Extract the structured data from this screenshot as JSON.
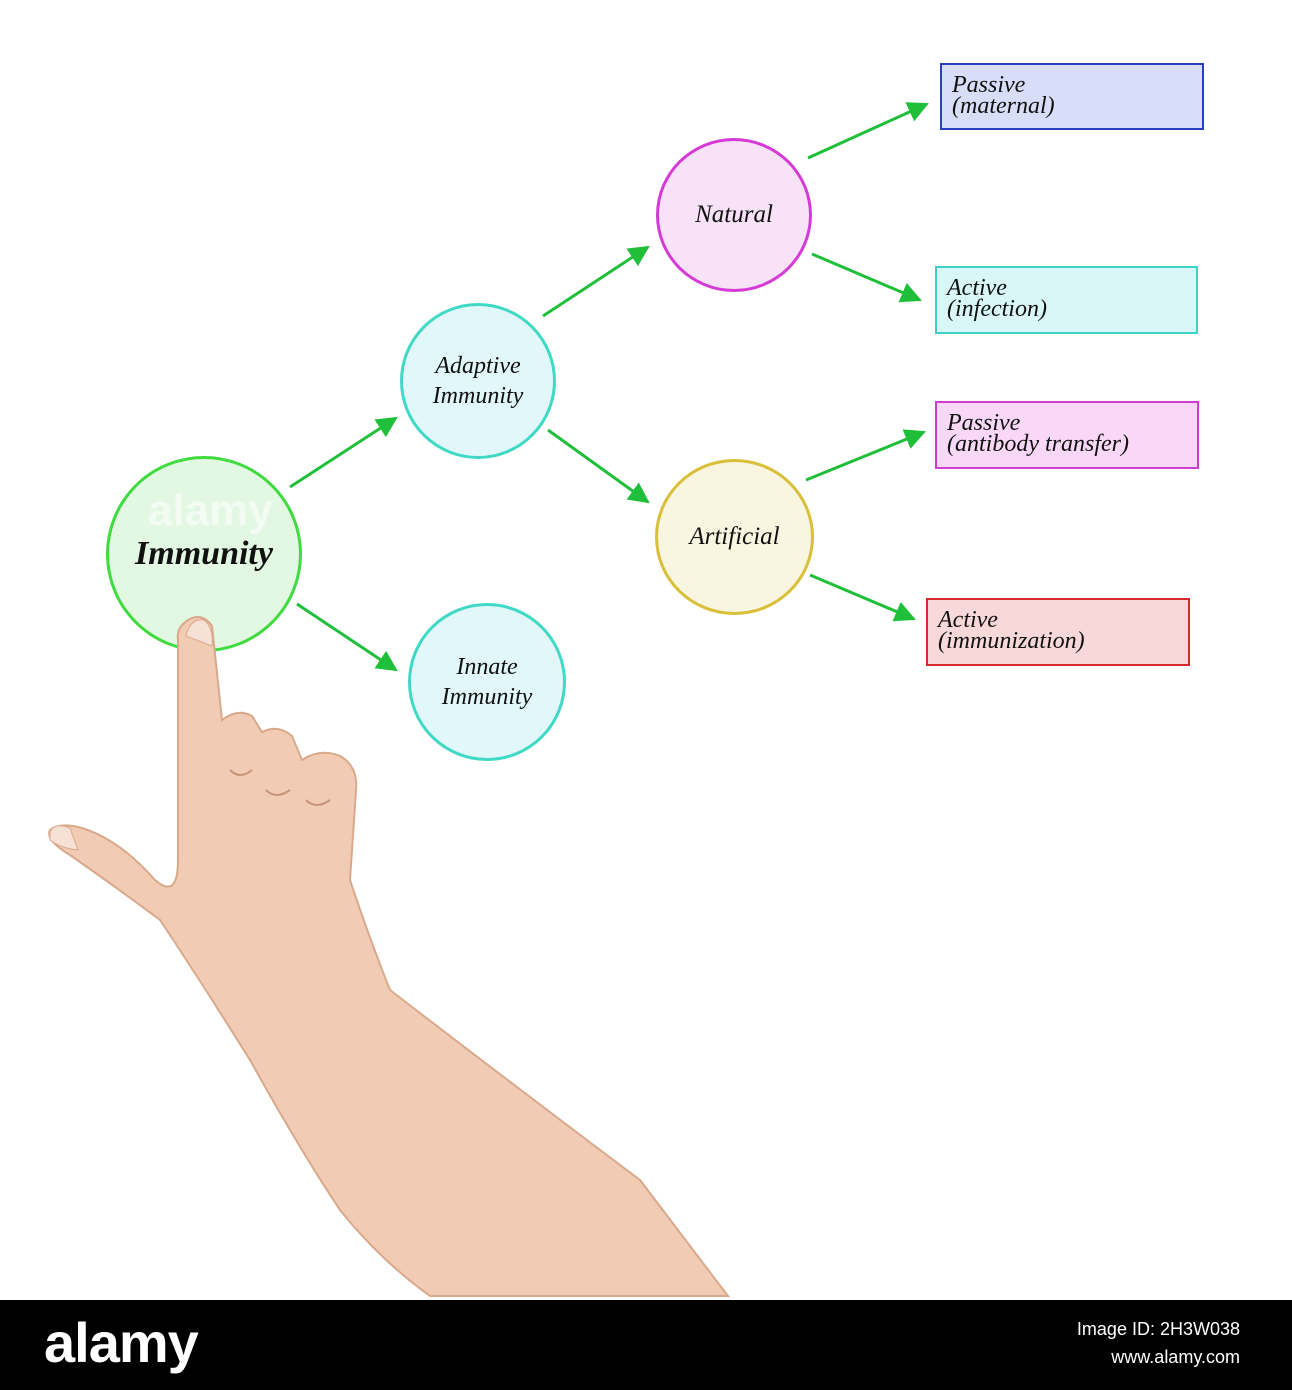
{
  "diagram": {
    "root": {
      "line1": "Immunity"
    },
    "adaptive": {
      "line1": "Adaptive",
      "line2": "Immunity"
    },
    "innate": {
      "line1": "Innate",
      "line2": "Immunity"
    },
    "natural": {
      "line1": "Natural"
    },
    "artificial": {
      "line1": "Artificial"
    },
    "passive_maternal": {
      "line1": "Passive",
      "line2": "(maternal)"
    },
    "active_infection": {
      "line1": "Active",
      "line2": "(infection)"
    },
    "passive_antibody": {
      "line1": "Passive",
      "line2": "(antibody transfer)"
    },
    "active_immunization": {
      "line1": "Active",
      "line2": "(immunization)"
    }
  },
  "colors": {
    "arrow": "#1fbf3a",
    "root_border": "#3fdb3f",
    "root_fill": "#e2f8e2",
    "adaptive_border": "#3fd9c6",
    "adaptive_fill": "#e2f7f9",
    "innate_border": "#3fd9c6",
    "innate_fill": "#e2f7f9",
    "natural_border": "#d63ad6",
    "natural_fill": "#f8e2f8",
    "artificial_border": "#d9bf3a",
    "artificial_fill": "#f8f5e0",
    "passive_maternal_border": "#2a3fbf",
    "passive_maternal_fill": "#d8def8",
    "active_infection_border": "#3fcfc6",
    "active_infection_fill": "#d8f7f6",
    "passive_antibody_border": "#cf3acf",
    "passive_antibody_fill": "#f8d8f6",
    "active_immunization_border": "#d62a2a",
    "active_immunization_fill": "#f8d8d8"
  },
  "watermark": "alamy",
  "footer": {
    "brand": "alamy",
    "image_id": "Image ID: 2H3W038",
    "site": "www.alamy.com"
  },
  "illustration": "pointing-hand"
}
